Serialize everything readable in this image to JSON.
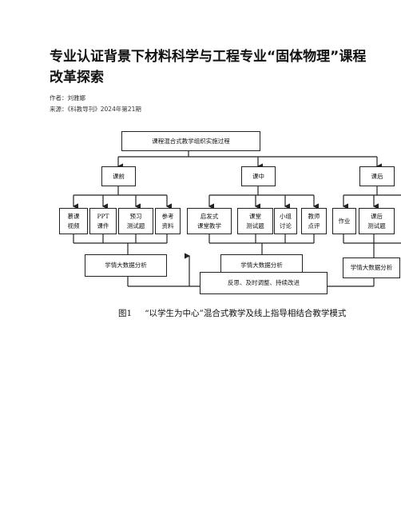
{
  "article": {
    "title": "专业认证背景下材料科学与工程专业“固体物理”课程改革探索",
    "author": "作者：刘雅娜",
    "source": "来源：《科教导刊》2024年第21期"
  },
  "figure": {
    "label": "图1",
    "caption": "“以学生为中心”混合式教学及线上指导相结合教学模式",
    "top": "课程混合式教学组织实施过程",
    "stages": [
      "课前",
      "课中",
      "课后"
    ],
    "pre_items": [
      "慕课\n视频",
      "PPT\n课件",
      "预习\n测试题",
      "参考\n资料"
    ],
    "in_items": [
      "启发式\n课堂教学",
      "课堂\n测试题",
      "小组\n讨论",
      "教师\n点评"
    ],
    "post_items": [
      "作业",
      "课后\n测试题"
    ],
    "analysis": [
      "学情大数据分析",
      "学情大数据分析",
      "学情大数据分析"
    ],
    "bottom": "反思、及时调整、持续改进"
  }
}
